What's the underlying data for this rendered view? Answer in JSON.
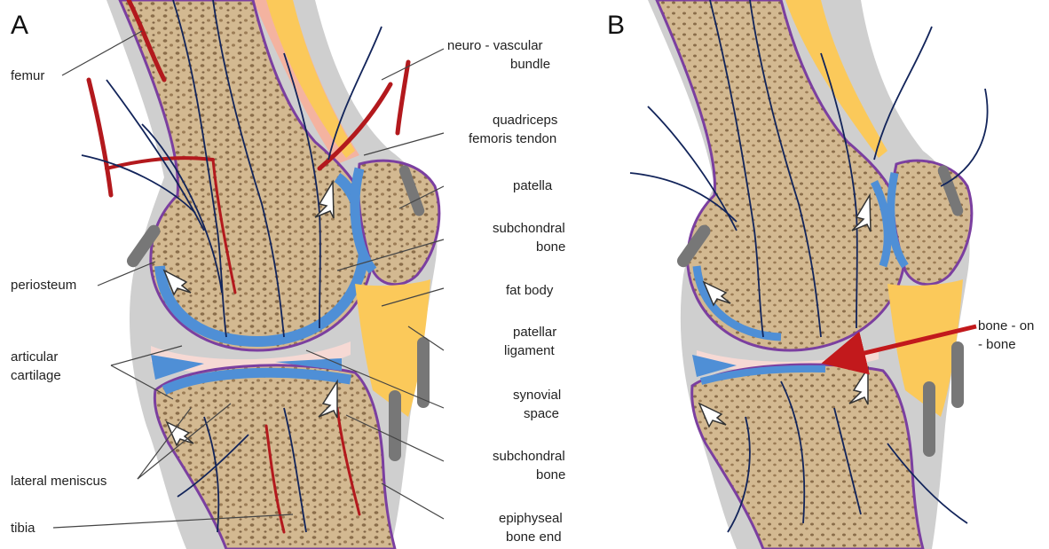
{
  "panels": {
    "a": "A",
    "b": "B"
  },
  "labels": {
    "femur": "femur",
    "neuro_vascular_1": "neuro - vascular",
    "neuro_vascular_2": "bundle",
    "quadriceps_1": "quadriceps",
    "quadriceps_2": "femoris tendon",
    "patella": "patella",
    "subchondral_top_1": "subchondral",
    "subchondral_top_2": "bone",
    "periosteum": "periosteum",
    "fat_body": "fat body",
    "patellar_ligament_1": "patellar",
    "patellar_ligament_2": "ligament",
    "articular_cartilage_1": "articular",
    "articular_cartilage_2": "cartilage",
    "synovial_space_1": "synovial",
    "synovial_space_2": "space",
    "subchondral_bottom_1": "subchondral",
    "subchondral_bottom_2": "bone",
    "lateral_meniscus": "lateral  meniscus",
    "tibia": "tibia",
    "epiphyseal_1": "epiphyseal",
    "epiphyseal_2": "bone end",
    "bone_on_bone_1": "bone - on",
    "bone_on_bone_2": "- bone"
  },
  "colors": {
    "bone": "#cfb58d",
    "bone_pore": "#8a6d4a",
    "cartilage": "#4f8fd6",
    "synovial": "#f6d9d4",
    "soft_tissue": "#cfcfcf",
    "fat": "#fbc95a",
    "periosteum": "#7b3fa0",
    "vessel_red": "#b3191d",
    "nerve_blue": "#12245a",
    "arrow_red": "#c2191c"
  }
}
